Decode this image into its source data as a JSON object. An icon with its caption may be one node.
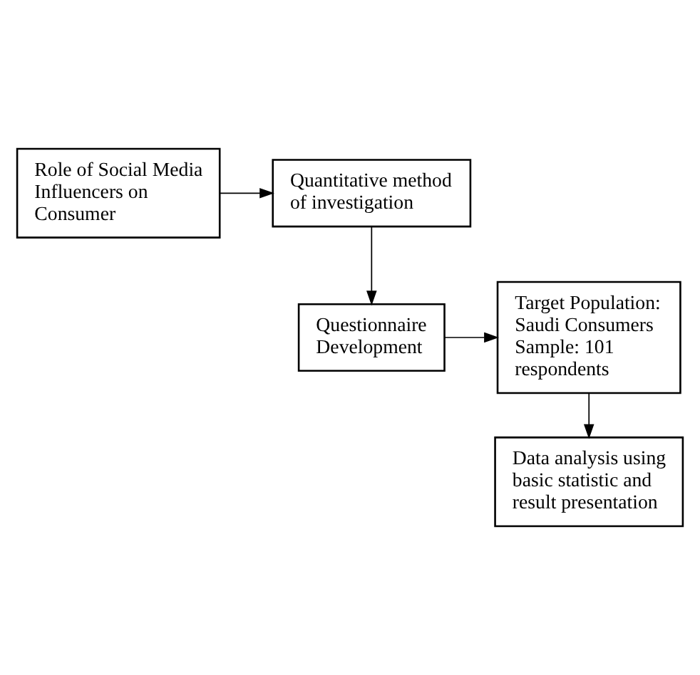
{
  "diagram": {
    "nodes": [
      {
        "text": [
          "Role of Social Media Influencers on Consumer"
        ]
      },
      {
        "text": [
          "Quantitative method of investigation"
        ]
      },
      {
        "text": [
          "Questionnaire Development"
        ]
      },
      {
        "text": [
          "Target Population: Saudi Consumers Sample: 101 respondents"
        ]
      },
      {
        "text": [
          "Data analysis using basic statistic and result presentation"
        ]
      }
    ],
    "edges": [
      {
        "from": 0,
        "to": 1,
        "arrow": "to"
      },
      {
        "from": 1,
        "to": 2,
        "arrow": "to"
      },
      {
        "from": 2,
        "to": 3,
        "arrow": "to"
      },
      {
        "from": 3,
        "to": 4,
        "arrow": "to"
      }
    ]
  }
}
